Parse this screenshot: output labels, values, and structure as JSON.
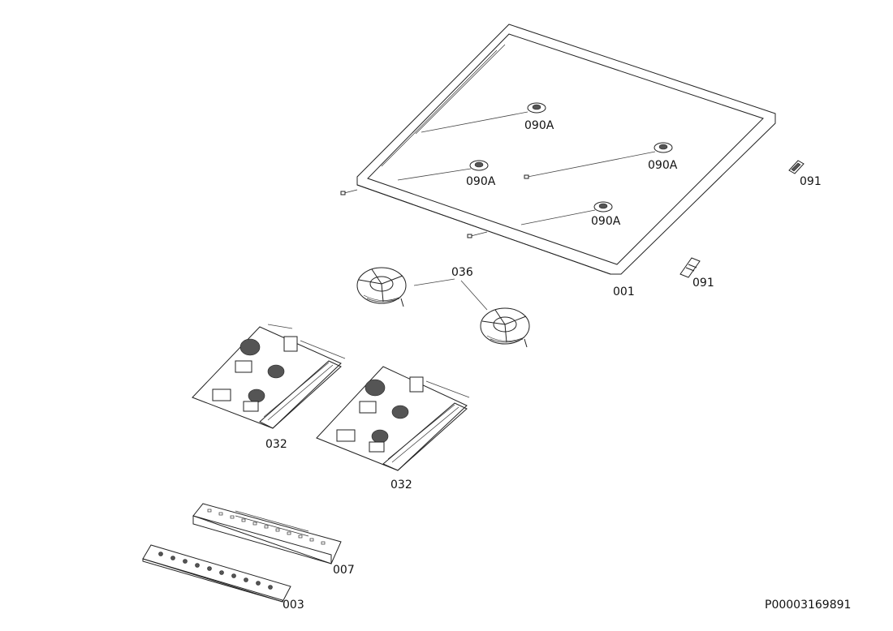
{
  "labels": {
    "sensor_1": "090A",
    "sensor_2": "090A",
    "sensor_3": "090A",
    "sensor_4": "090A",
    "bracket_right_top": "091",
    "bracket_right_bottom": "091",
    "glass_top": "001",
    "fans": "036",
    "board_left": "032",
    "board_right": "032",
    "control_board": "007",
    "touch_board": "003"
  },
  "drawing_id": "P00003169891"
}
